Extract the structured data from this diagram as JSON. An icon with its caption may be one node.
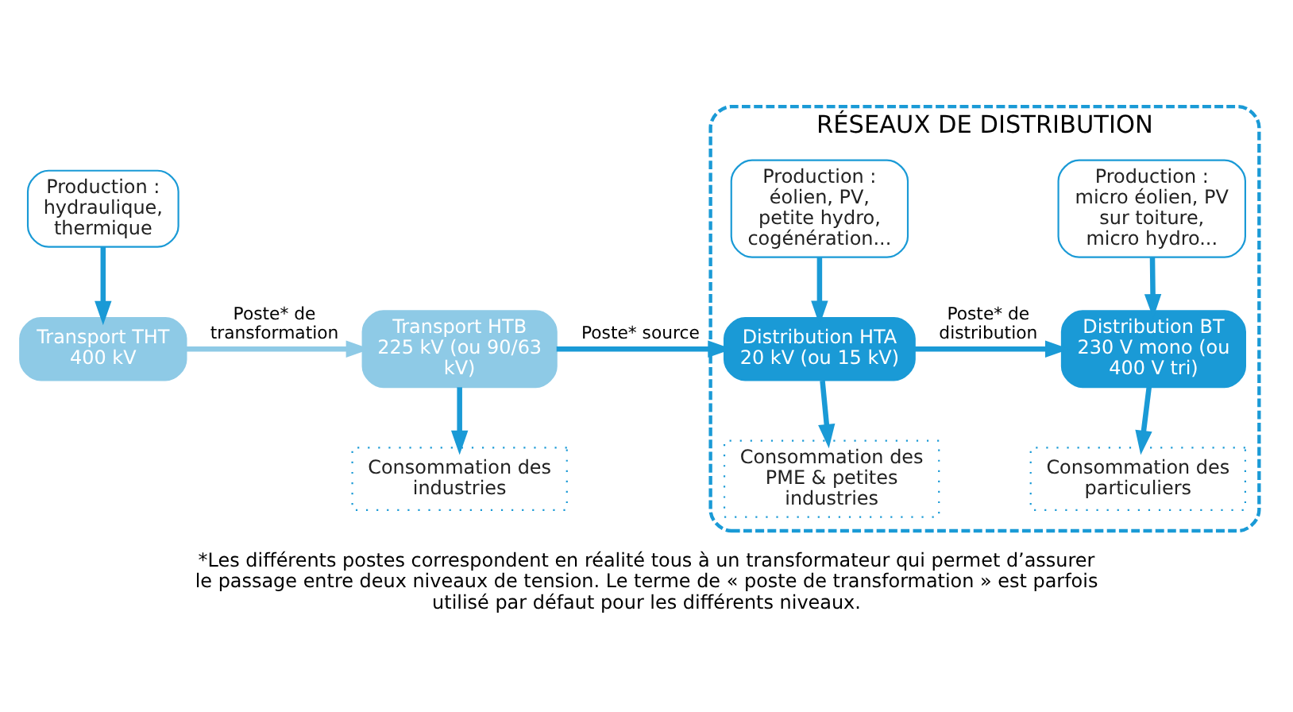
{
  "diagram": {
    "caption": "*Les différents postes correspondent en réalité tous à un transformateur qui permet d’assurer le passage entre deux niveaux de tension. Le terme de « poste de transformation » est parfois utilisé par défaut pour les différents niveaux.",
    "nodes": [
      {
        "text": [
          "Production : hydraulique, thermique"
        ]
      },
      {
        "text": [
          "Transport THT 400 kV"
        ]
      },
      {
        "text": [
          "Transport HTB 225 kV (ou 90/63 kV)"
        ]
      },
      {
        "text": [
          "Consommation des industries"
        ]
      },
      {
        "text": [
          "RÉSEAUX DE DISTRIBUTION"
        ]
      },
      {
        "text": [
          "Production : éolien, PV, petite hydro, cogénération..."
        ],
        "in": 4
      },
      {
        "text": [
          "Distribution HTA 20 kV (ou 15 kV)"
        ],
        "in": 4
      },
      {
        "text": [
          "Consommation des PME & petites industries"
        ],
        "in": 4
      },
      {
        "text": [
          "Production : micro éolien, PV sur toiture, micro hydro..."
        ],
        "in": 4
      },
      {
        "text": [
          "Distribution BT 230 V mono (ou 400 V tri)"
        ],
        "in": 4
      },
      {
        "text": [
          "Consommation des particuliers"
        ],
        "in": 4
      }
    ],
    "edges": [
      {
        "from": 0,
        "to": 1,
        "arrow": "to"
      },
      {
        "from": 1,
        "to": 2,
        "arrow": "to",
        "color": "#8ecae6",
        "label": "Poste* de transformation"
      },
      {
        "from": 2,
        "to": 6,
        "arrow": "to",
        "label": "Poste* source"
      },
      {
        "from": 2,
        "to": 3,
        "arrow": "to"
      },
      {
        "from": 5,
        "to": 6,
        "arrow": "to"
      },
      {
        "from": 6,
        "to": 7,
        "arrow": "to"
      },
      {
        "from": 6,
        "to": 9,
        "arrow": "to",
        "label": "Poste* de distribution"
      },
      {
        "from": 8,
        "to": 9,
        "arrow": "to"
      },
      {
        "from": 9,
        "to": 10,
        "arrow": "to"
      }
    ]
  }
}
